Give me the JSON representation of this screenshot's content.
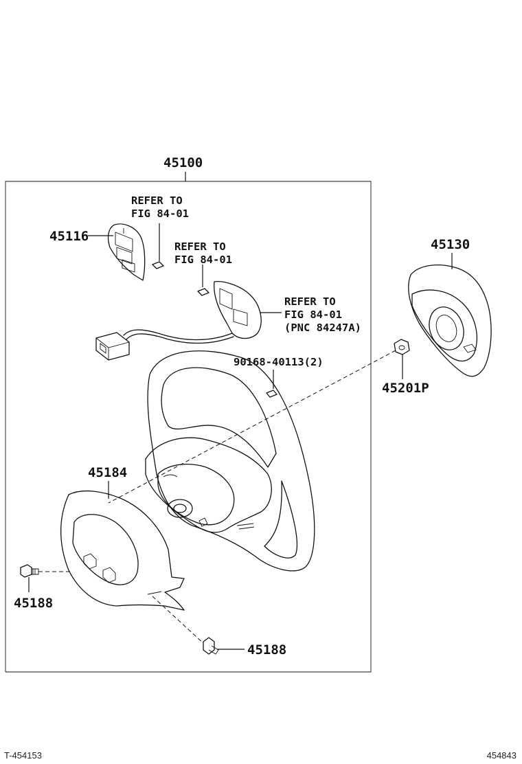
{
  "labels": {
    "assembly": "45100",
    "switch_left": "45116",
    "airbag": "45130",
    "nut": "45201P",
    "cover": "45184",
    "screw_left": "45188",
    "screw_bottom": "45188",
    "screw_small": "90168-40113(2)"
  },
  "refer_notes": {
    "note1": [
      "REFER TO",
      "FIG 84-01"
    ],
    "note2": [
      "REFER TO",
      "FIG 84-01"
    ],
    "note3": [
      "REFER TO",
      "FIG 84-01",
      "(PNC 84247A)"
    ]
  },
  "footer": {
    "left": "T-454153",
    "right": "454843"
  },
  "colors": {
    "ink": "#111111",
    "background": "#ffffff"
  }
}
